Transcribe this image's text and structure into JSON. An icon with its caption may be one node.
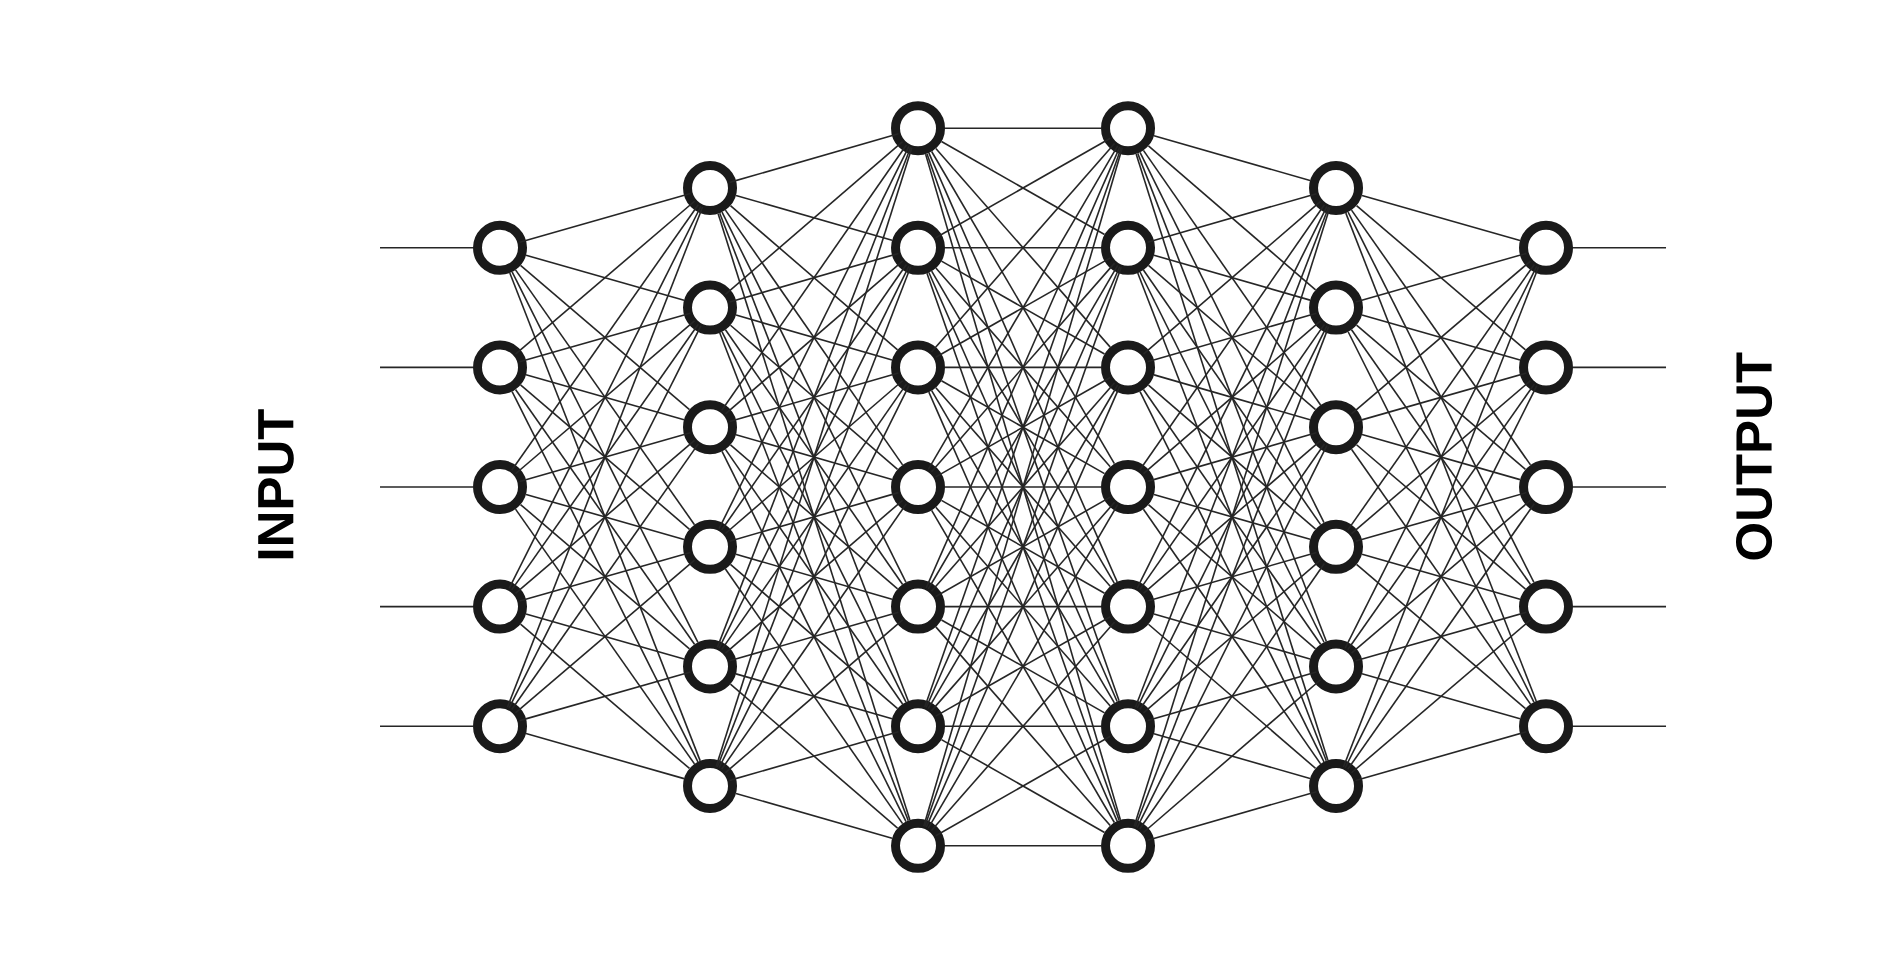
{
  "diagram": {
    "nodes": [
      {
        "text": [],
        "shape": "circle"
      },
      {
        "text": [],
        "shape": "circle"
      },
      {
        "text": [],
        "shape": "circle"
      },
      {
        "text": [],
        "shape": "circle"
      },
      {
        "text": [],
        "shape": "circle"
      },
      {
        "text": [],
        "shape": "circle"
      },
      {
        "text": [],
        "shape": "circle"
      },
      {
        "text": [],
        "shape": "circle"
      },
      {
        "text": [],
        "shape": "circle"
      },
      {
        "text": [],
        "shape": "circle"
      },
      {
        "text": [],
        "shape": "circle"
      },
      {
        "text": [],
        "shape": "circle"
      },
      {
        "text": [],
        "shape": "circle"
      },
      {
        "text": [],
        "shape": "circle"
      },
      {
        "text": [],
        "shape": "circle"
      },
      {
        "text": [],
        "shape": "circle"
      },
      {
        "text": [],
        "shape": "circle"
      },
      {
        "text": [],
        "shape": "circle"
      },
      {
        "text": [],
        "shape": "circle"
      },
      {
        "text": [],
        "shape": "circle"
      },
      {
        "text": [],
        "shape": "circle"
      },
      {
        "text": [],
        "shape": "circle"
      },
      {
        "text": [],
        "shape": "circle"
      },
      {
        "text": [],
        "shape": "circle"
      },
      {
        "text": [],
        "shape": "circle"
      },
      {
        "text": [],
        "shape": "circle"
      },
      {
        "text": [],
        "shape": "circle"
      },
      {
        "text": [],
        "shape": "circle"
      },
      {
        "text": [],
        "shape": "circle"
      },
      {
        "text": [],
        "shape": "circle"
      },
      {
        "text": [],
        "shape": "circle"
      },
      {
        "text": [],
        "shape": "circle"
      },
      {
        "text": [],
        "shape": "circle"
      },
      {
        "text": [],
        "shape": "circle"
      },
      {
        "text": [],
        "shape": "circle"
      },
      {
        "text": [],
        "shape": "circle"
      }
    ],
    "edges": [
      {
        "from": null,
        "to": 0,
        "arrow": "none"
      },
      {
        "from": null,
        "to": 1,
        "arrow": "none"
      },
      {
        "from": null,
        "to": 2,
        "arrow": "none"
      },
      {
        "from": null,
        "to": 3,
        "arrow": "none"
      },
      {
        "from": null,
        "to": 4,
        "arrow": "none"
      },
      {
        "from": 0,
        "to": 5,
        "arrow": "none"
      },
      {
        "from": 0,
        "to": 6,
        "arrow": "none"
      },
      {
        "from": 0,
        "to": 7,
        "arrow": "none"
      },
      {
        "from": 0,
        "to": 8,
        "arrow": "none"
      },
      {
        "from": 0,
        "to": 9,
        "arrow": "none"
      },
      {
        "from": 0,
        "to": 10,
        "arrow": "none"
      },
      {
        "from": 1,
        "to": 5,
        "arrow": "none"
      },
      {
        "from": 1,
        "to": 6,
        "arrow": "none"
      },
      {
        "from": 1,
        "to": 7,
        "arrow": "none"
      },
      {
        "from": 1,
        "to": 8,
        "arrow": "none"
      },
      {
        "from": 1,
        "to": 9,
        "arrow": "none"
      },
      {
        "from": 1,
        "to": 10,
        "arrow": "none"
      },
      {
        "from": 2,
        "to": 5,
        "arrow": "none"
      },
      {
        "from": 2,
        "to": 6,
        "arrow": "none"
      },
      {
        "from": 2,
        "to": 7,
        "arrow": "none"
      },
      {
        "from": 2,
        "to": 8,
        "arrow": "none"
      },
      {
        "from": 2,
        "to": 9,
        "arrow": "none"
      },
      {
        "from": 2,
        "to": 10,
        "arrow": "none"
      },
      {
        "from": 3,
        "to": 5,
        "arrow": "none"
      },
      {
        "from": 3,
        "to": 6,
        "arrow": "none"
      },
      {
        "from": 3,
        "to": 7,
        "arrow": "none"
      },
      {
        "from": 3,
        "to": 8,
        "arrow": "none"
      },
      {
        "from": 3,
        "to": 9,
        "arrow": "none"
      },
      {
        "from": 3,
        "to": 10,
        "arrow": "none"
      },
      {
        "from": 4,
        "to": 5,
        "arrow": "none"
      },
      {
        "from": 4,
        "to": 6,
        "arrow": "none"
      },
      {
        "from": 4,
        "to": 7,
        "arrow": "none"
      },
      {
        "from": 4,
        "to": 8,
        "arrow": "none"
      },
      {
        "from": 4,
        "to": 9,
        "arrow": "none"
      },
      {
        "from": 4,
        "to": 10,
        "arrow": "none"
      },
      {
        "from": 5,
        "to": 11,
        "arrow": "none"
      },
      {
        "from": 5,
        "to": 12,
        "arrow": "none"
      },
      {
        "from": 5,
        "to": 13,
        "arrow": "none"
      },
      {
        "from": 5,
        "to": 14,
        "arrow": "none"
      },
      {
        "from": 5,
        "to": 15,
        "arrow": "none"
      },
      {
        "from": 5,
        "to": 16,
        "arrow": "none"
      },
      {
        "from": 5,
        "to": 17,
        "arrow": "none"
      },
      {
        "from": 6,
        "to": 11,
        "arrow": "none"
      },
      {
        "from": 6,
        "to": 12,
        "arrow": "none"
      },
      {
        "from": 6,
        "to": 13,
        "arrow": "none"
      },
      {
        "from": 6,
        "to": 14,
        "arrow": "none"
      },
      {
        "from": 6,
        "to": 15,
        "arrow": "none"
      },
      {
        "from": 6,
        "to": 16,
        "arrow": "none"
      },
      {
        "from": 6,
        "to": 17,
        "arrow": "none"
      },
      {
        "from": 7,
        "to": 11,
        "arrow": "none"
      },
      {
        "from": 7,
        "to": 12,
        "arrow": "none"
      },
      {
        "from": 7,
        "to": 13,
        "arrow": "none"
      },
      {
        "from": 7,
        "to": 14,
        "arrow": "none"
      },
      {
        "from": 7,
        "to": 15,
        "arrow": "none"
      },
      {
        "from": 7,
        "to": 16,
        "arrow": "none"
      },
      {
        "from": 7,
        "to": 17,
        "arrow": "none"
      },
      {
        "from": 8,
        "to": 11,
        "arrow": "none"
      },
      {
        "from": 8,
        "to": 12,
        "arrow": "none"
      },
      {
        "from": 8,
        "to": 13,
        "arrow": "none"
      },
      {
        "from": 8,
        "to": 14,
        "arrow": "none"
      },
      {
        "from": 8,
        "to": 15,
        "arrow": "none"
      },
      {
        "from": 8,
        "to": 16,
        "arrow": "none"
      },
      {
        "from": 8,
        "to": 17,
        "arrow": "none"
      },
      {
        "from": 9,
        "to": 11,
        "arrow": "none"
      },
      {
        "from": 9,
        "to": 12,
        "arrow": "none"
      },
      {
        "from": 9,
        "to": 13,
        "arrow": "none"
      },
      {
        "from": 9,
        "to": 14,
        "arrow": "none"
      },
      {
        "from": 9,
        "to": 15,
        "arrow": "none"
      },
      {
        "from": 9,
        "to": 16,
        "arrow": "none"
      },
      {
        "from": 9,
        "to": 17,
        "arrow": "none"
      },
      {
        "from": 10,
        "to": 11,
        "arrow": "none"
      },
      {
        "from": 10,
        "to": 12,
        "arrow": "none"
      },
      {
        "from": 10,
        "to": 13,
        "arrow": "none"
      },
      {
        "from": 10,
        "to": 14,
        "arrow": "none"
      },
      {
        "from": 10,
        "to": 15,
        "arrow": "none"
      },
      {
        "from": 10,
        "to": 16,
        "arrow": "none"
      },
      {
        "from": 10,
        "to": 17,
        "arrow": "none"
      },
      {
        "from": 11,
        "to": 18,
        "arrow": "none"
      },
      {
        "from": 11,
        "to": 19,
        "arrow": "none"
      },
      {
        "from": 11,
        "to": 20,
        "arrow": "none"
      },
      {
        "from": 11,
        "to": 21,
        "arrow": "none"
      },
      {
        "from": 11,
        "to": 22,
        "arrow": "none"
      },
      {
        "from": 11,
        "to": 23,
        "arrow": "none"
      },
      {
        "from": 11,
        "to": 24,
        "arrow": "none"
      },
      {
        "from": 12,
        "to": 18,
        "arrow": "none"
      },
      {
        "from": 12,
        "to": 19,
        "arrow": "none"
      },
      {
        "from": 12,
        "to": 20,
        "arrow": "none"
      },
      {
        "from": 12,
        "to": 21,
        "arrow": "none"
      },
      {
        "from": 12,
        "to": 22,
        "arrow": "none"
      },
      {
        "from": 12,
        "to": 23,
        "arrow": "none"
      },
      {
        "from": 12,
        "to": 24,
        "arrow": "none"
      },
      {
        "from": 13,
        "to": 18,
        "arrow": "none"
      },
      {
        "from": 13,
        "to": 19,
        "arrow": "none"
      },
      {
        "from": 13,
        "to": 20,
        "arrow": "none"
      },
      {
        "from": 13,
        "to": 21,
        "arrow": "none"
      },
      {
        "from": 13,
        "to": 22,
        "arrow": "none"
      },
      {
        "from": 13,
        "to": 23,
        "arrow": "none"
      },
      {
        "from": 13,
        "to": 24,
        "arrow": "none"
      },
      {
        "from": 14,
        "to": 18,
        "arrow": "none"
      },
      {
        "from": 14,
        "to": 19,
        "arrow": "none"
      },
      {
        "from": 14,
        "to": 20,
        "arrow": "none"
      },
      {
        "from": 14,
        "to": 21,
        "arrow": "none"
      },
      {
        "from": 14,
        "to": 22,
        "arrow": "none"
      },
      {
        "from": 14,
        "to": 23,
        "arrow": "none"
      },
      {
        "from": 14,
        "to": 24,
        "arrow": "none"
      },
      {
        "from": 15,
        "to": 18,
        "arrow": "none"
      },
      {
        "from": 15,
        "to": 19,
        "arrow": "none"
      },
      {
        "from": 15,
        "to": 20,
        "arrow": "none"
      },
      {
        "from": 15,
        "to": 21,
        "arrow": "none"
      },
      {
        "from": 15,
        "to": 22,
        "arrow": "none"
      },
      {
        "from": 15,
        "to": 23,
        "arrow": "none"
      },
      {
        "from": 15,
        "to": 24,
        "arrow": "none"
      },
      {
        "from": 16,
        "to": 18,
        "arrow": "none"
      },
      {
        "from": 16,
        "to": 19,
        "arrow": "none"
      },
      {
        "from": 16,
        "to": 20,
        "arrow": "none"
      },
      {
        "from": 16,
        "to": 21,
        "arrow": "none"
      },
      {
        "from": 16,
        "to": 22,
        "arrow": "none"
      },
      {
        "from": 16,
        "to": 23,
        "arrow": "none"
      },
      {
        "from": 16,
        "to": 24,
        "arrow": "none"
      },
      {
        "from": 17,
        "to": 18,
        "arrow": "none"
      },
      {
        "from": 17,
        "to": 19,
        "arrow": "none"
      },
      {
        "from": 17,
        "to": 20,
        "arrow": "none"
      },
      {
        "from": 17,
        "to": 21,
        "arrow": "none"
      },
      {
        "from": 17,
        "to": 22,
        "arrow": "none"
      },
      {
        "from": 17,
        "to": 23,
        "arrow": "none"
      },
      {
        "from": 17,
        "to": 24,
        "arrow": "none"
      },
      {
        "from": 18,
        "to": 25,
        "arrow": "none"
      },
      {
        "from": 18,
        "to": 26,
        "arrow": "none"
      },
      {
        "from": 18,
        "to": 27,
        "arrow": "none"
      },
      {
        "from": 18,
        "to": 28,
        "arrow": "none"
      },
      {
        "from": 18,
        "to": 29,
        "arrow": "none"
      },
      {
        "from": 18,
        "to": 30,
        "arrow": "none"
      },
      {
        "from": 19,
        "to": 25,
        "arrow": "none"
      },
      {
        "from": 19,
        "to": 26,
        "arrow": "none"
      },
      {
        "from": 19,
        "to": 27,
        "arrow": "none"
      },
      {
        "from": 19,
        "to": 28,
        "arrow": "none"
      },
      {
        "from": 19,
        "to": 29,
        "arrow": "none"
      },
      {
        "from": 19,
        "to": 30,
        "arrow": "none"
      },
      {
        "from": 20,
        "to": 25,
        "arrow": "none"
      },
      {
        "from": 20,
        "to": 26,
        "arrow": "none"
      },
      {
        "from": 20,
        "to": 27,
        "arrow": "none"
      },
      {
        "from": 20,
        "to": 28,
        "arrow": "none"
      },
      {
        "from": 20,
        "to": 29,
        "arrow": "none"
      },
      {
        "from": 20,
        "to": 30,
        "arrow": "none"
      },
      {
        "from": 21,
        "to": 25,
        "arrow": "none"
      },
      {
        "from": 21,
        "to": 26,
        "arrow": "none"
      },
      {
        "from": 21,
        "to": 27,
        "arrow": "none"
      },
      {
        "from": 21,
        "to": 28,
        "arrow": "none"
      },
      {
        "from": 21,
        "to": 29,
        "arrow": "none"
      },
      {
        "from": 21,
        "to": 30,
        "arrow": "none"
      },
      {
        "from": 22,
        "to": 25,
        "arrow": "none"
      },
      {
        "from": 22,
        "to": 26,
        "arrow": "none"
      },
      {
        "from": 22,
        "to": 27,
        "arrow": "none"
      },
      {
        "from": 22,
        "to": 28,
        "arrow": "none"
      },
      {
        "from": 22,
        "to": 29,
        "arrow": "none"
      },
      {
        "from": 22,
        "to": 30,
        "arrow": "none"
      },
      {
        "from": 23,
        "to": 25,
        "arrow": "none"
      },
      {
        "from": 23,
        "to": 26,
        "arrow": "none"
      },
      {
        "from": 23,
        "to": 27,
        "arrow": "none"
      },
      {
        "from": 23,
        "to": 28,
        "arrow": "none"
      },
      {
        "from": 23,
        "to": 29,
        "arrow": "none"
      },
      {
        "from": 23,
        "to": 30,
        "arrow": "none"
      },
      {
        "from": 24,
        "to": 25,
        "arrow": "none"
      },
      {
        "from": 24,
        "to": 26,
        "arrow": "none"
      },
      {
        "from": 24,
        "to": 27,
        "arrow": "none"
      },
      {
        "from": 24,
        "to": 28,
        "arrow": "none"
      },
      {
        "from": 24,
        "to": 29,
        "arrow": "none"
      },
      {
        "from": 24,
        "to": 30,
        "arrow": "none"
      },
      {
        "from": 25,
        "to": 31,
        "arrow": "none"
      },
      {
        "from": 25,
        "to": 32,
        "arrow": "none"
      },
      {
        "from": 25,
        "to": 33,
        "arrow": "none"
      },
      {
        "from": 25,
        "to": 34,
        "arrow": "none"
      },
      {
        "from": 25,
        "to": 35,
        "arrow": "none"
      },
      {
        "from": 26,
        "to": 31,
        "arrow": "none"
      },
      {
        "from": 26,
        "to": 32,
        "arrow": "none"
      },
      {
        "from": 26,
        "to": 33,
        "arrow": "none"
      },
      {
        "from": 26,
        "to": 34,
        "arrow": "none"
      },
      {
        "from": 26,
        "to": 35,
        "arrow": "none"
      },
      {
        "from": 27,
        "to": 31,
        "arrow": "none"
      },
      {
        "from": 27,
        "to": 32,
        "arrow": "none"
      },
      {
        "from": 27,
        "to": 33,
        "arrow": "none"
      },
      {
        "from": 27,
        "to": 34,
        "arrow": "none"
      },
      {
        "from": 27,
        "to": 35,
        "arrow": "none"
      },
      {
        "from": 28,
        "to": 31,
        "arrow": "none"
      },
      {
        "from": 28,
        "to": 32,
        "arrow": "none"
      },
      {
        "from": 28,
        "to": 33,
        "arrow": "none"
      },
      {
        "from": 28,
        "to": 34,
        "arrow": "none"
      },
      {
        "from": 28,
        "to": 35,
        "arrow": "none"
      },
      {
        "from": 29,
        "to": 31,
        "arrow": "none"
      },
      {
        "from": 29,
        "to": 32,
        "arrow": "none"
      },
      {
        "from": 29,
        "to": 33,
        "arrow": "none"
      },
      {
        "from": 29,
        "to": 34,
        "arrow": "none"
      },
      {
        "from": 29,
        "to": 35,
        "arrow": "none"
      },
      {
        "from": 30,
        "to": 31,
        "arrow": "none"
      },
      {
        "from": 30,
        "to": 32,
        "arrow": "none"
      },
      {
        "from": 30,
        "to": 33,
        "arrow": "none"
      },
      {
        "from": 30,
        "to": 34,
        "arrow": "none"
      },
      {
        "from": 30,
        "to": 35,
        "arrow": "none"
      },
      {
        "from": 31,
        "to": null,
        "arrow": "none"
      },
      {
        "from": 32,
        "to": null,
        "arrow": "none"
      },
      {
        "from": 33,
        "to": null,
        "arrow": "none"
      },
      {
        "from": 34,
        "to": null,
        "arrow": "none"
      },
      {
        "from": 35,
        "to": null,
        "arrow": "none"
      }
    ],
    "labels": [
      "INPUT",
      "OUTPUT"
    ]
  }
}
